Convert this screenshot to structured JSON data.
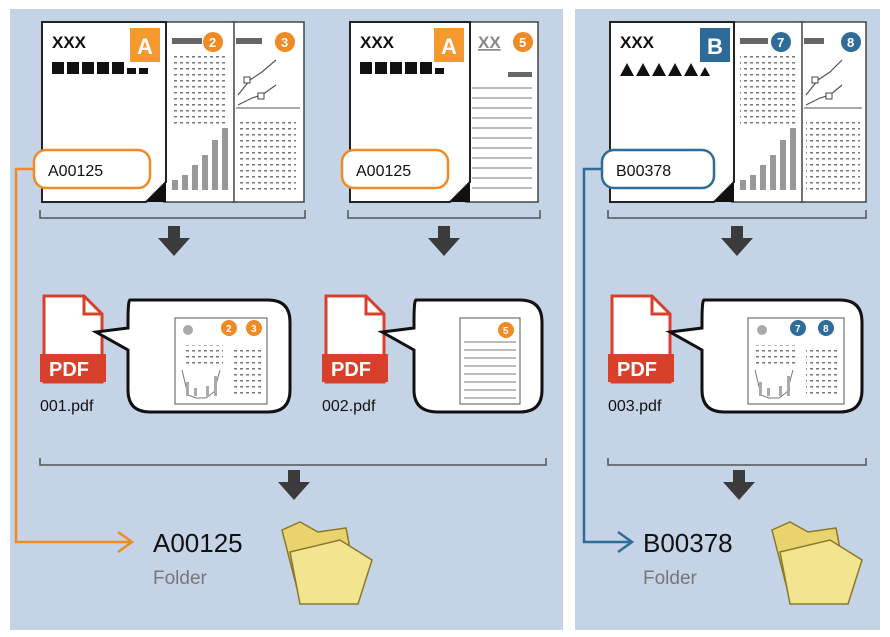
{
  "documents": [
    {
      "header": "XXX",
      "tag": "A",
      "code": "A00125",
      "badges": [
        "2",
        "3"
      ]
    },
    {
      "header": "XXX",
      "tag": "A",
      "code": "A00125",
      "badges": [
        "5"
      ],
      "underlined": "XX"
    },
    {
      "header": "XXX",
      "tag": "B",
      "code": "B00378",
      "badges": [
        "7",
        "8"
      ]
    }
  ],
  "pdfs": [
    {
      "icon_label": "PDF",
      "filename": "001.pdf",
      "badges": [
        "2",
        "3"
      ]
    },
    {
      "icon_label": "PDF",
      "filename": "002.pdf",
      "badges": [
        "5"
      ]
    },
    {
      "icon_label": "PDF",
      "filename": "003.pdf",
      "badges": [
        "7",
        "8"
      ]
    }
  ],
  "folders": [
    {
      "code": "A00125",
      "label": "Folder"
    },
    {
      "code": "B00378",
      "label": "Folder"
    }
  ],
  "colors": {
    "panel": "#c5d3e6",
    "orange": "#f08a24",
    "tag_orange": "#f59a2e",
    "blue": "#2f6c98",
    "tag_blue": "#2e6a99",
    "pdf_red": "#d9402b",
    "arrow": "#3b3b3b",
    "folder": "#e9d36f"
  },
  "icons": [
    "document-icon",
    "pdf-file-icon",
    "folder-icon",
    "down-arrow-icon",
    "speech-bubble-icon"
  ]
}
